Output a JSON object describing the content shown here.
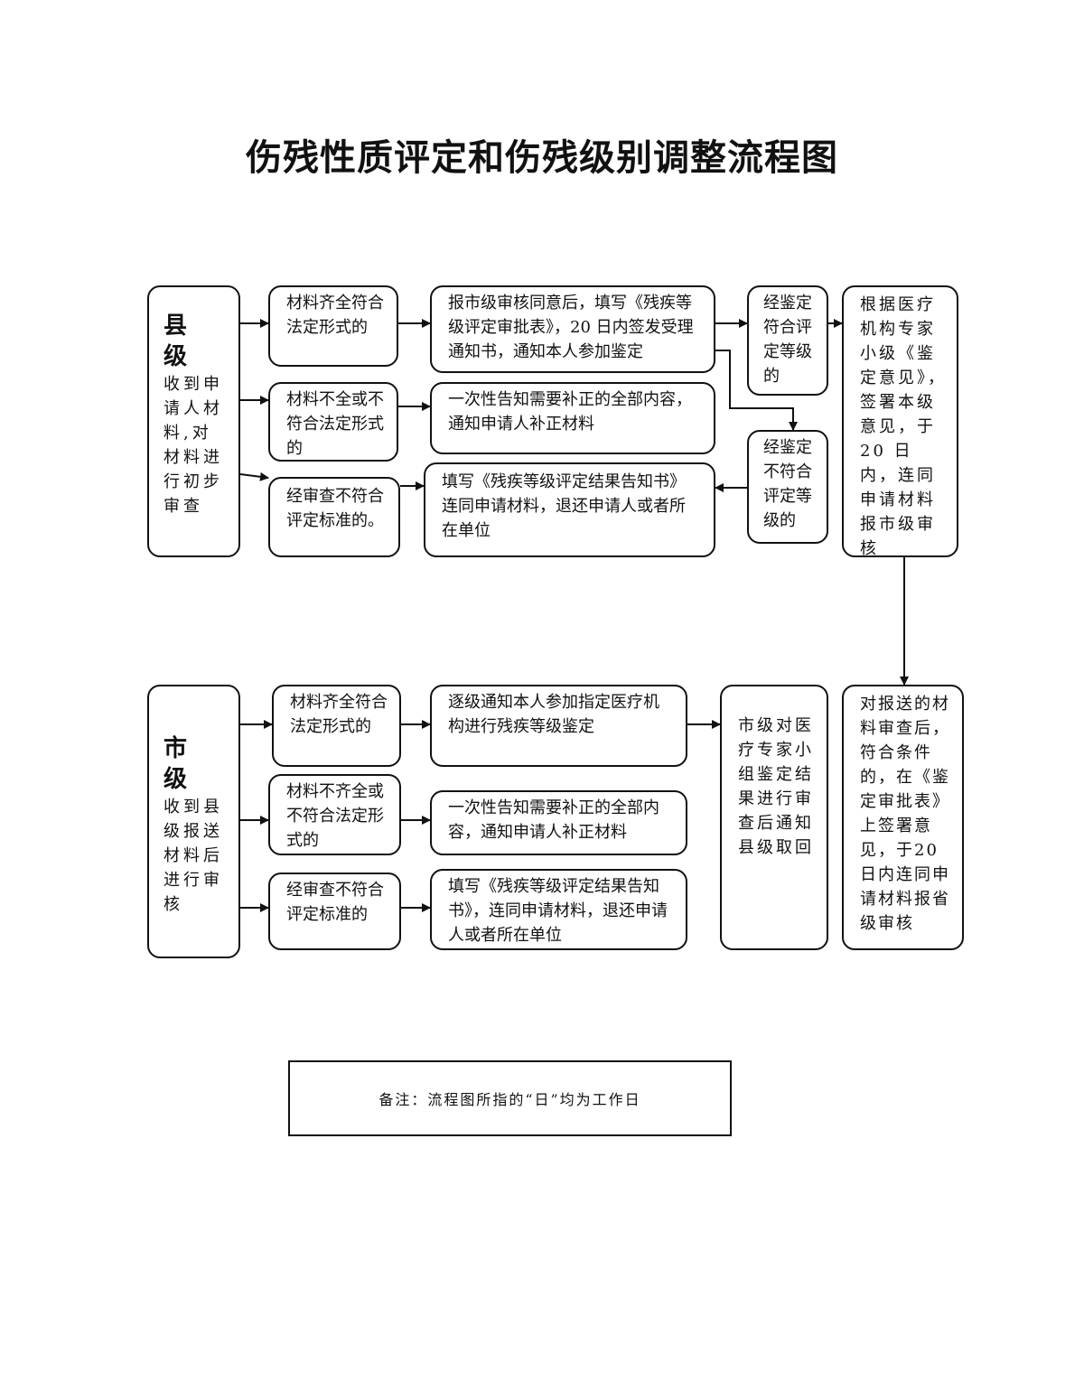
{
  "title": "伤残性质评定和伤残级别调整流程图",
  "county": {
    "head": "县 级",
    "body": "收到申请人材料,对材料进行初步审查",
    "branches": {
      "complete": "材料齐全符合法定形式的",
      "incomplete": "材料不全或不符合法定形式的",
      "rejected": "经审查不符合评定标准的。"
    },
    "actions": {
      "report": "报市级审核同意后，填写《残疾等级评定审批表》，20 日内签发受理通知书，通知本人参加鉴定",
      "notify": "一次性告知需要补正的全部内容，通知申请人补正材料",
      "return": "填写《残疾等级评定结果告知书》连同申请材料，退还申请人或者所在单位"
    },
    "results": {
      "meets": "经鉴定符合评定等级的",
      "fails": "经鉴定不符合评定等级的"
    },
    "sign": "根据医疗机构专家小级《鉴定意见》，签署本级意见，于 20 日内，连同申请材料报市级审核"
  },
  "city": {
    "head": "市 级",
    "body": "收到县级报送材料后进行审核",
    "branches": {
      "complete": "材料齐全符合法定形式的",
      "incomplete": "材料不齐全或不符合法定形式的",
      "rejected": "经审查不符合评定标准的"
    },
    "actions": {
      "notify_step": "逐级通知本人参加指定医疗机构进行残疾等级鉴定",
      "notify": "一次性告知需要补正的全部内容，通知申请人补正材料",
      "return": "填写《残疾等级评定结果告知书》，连同申请材料，退还申请人或者所在单位"
    },
    "review": "市级对医疗专家小组鉴定结果进行审查后通知县级取回",
    "sign": "对报送的材料审查后，符合条件的，在《鉴定审批表》上签署意见，于20日内连同申请材料报省级审核"
  },
  "note": "备注：流程图所指的“日”均为工作日"
}
